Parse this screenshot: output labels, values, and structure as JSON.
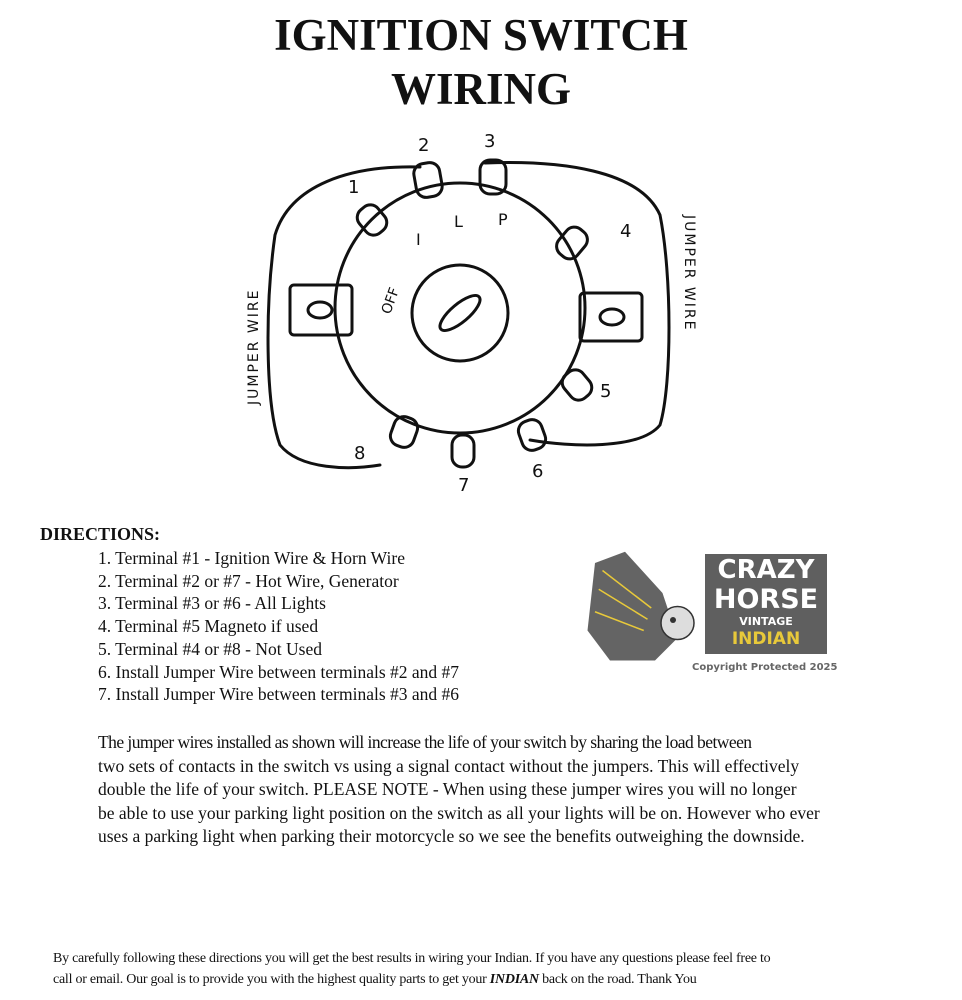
{
  "title": {
    "line1": "IGNITION SWITCH",
    "line2": "WIRING"
  },
  "diagram": {
    "terminals": [
      "1",
      "2",
      "3",
      "4",
      "5",
      "6",
      "7",
      "8"
    ],
    "positions": [
      "OFF",
      "I",
      "L",
      "P"
    ],
    "left_wire_label": "JUMPER WIRE",
    "right_wire_label": "JUMPER WIRE"
  },
  "directions": {
    "heading": "DIRECTIONS:",
    "items": [
      "1. Terminal #1 - Ignition Wire & Horn Wire",
      "2. Terminal #2 or #7 - Hot Wire, Generator",
      "3. Terminal #3 or #6 - All Lights",
      "4. Terminal #5 Magneto if used",
      "5. Terminal #4  or #8 - Not Used",
      "6. Install Jumper Wire between terminals #2 and #7",
      "7. Install Jumper Wire between terminals #3 and #6"
    ]
  },
  "paragraph": [
    "The jumper wires installed as shown will increase the life of your switch by sharing the load between",
    "two sets of contacts in the switch vs using a signal contact without the jumpers. This will effectively",
    "double the life of your switch. PLEASE NOTE - When using these jumper wires you will no longer",
    "be able to use your parking light position on the switch as all your lights will be on. However who ever",
    "uses a parking light when parking their motorcycle so we see the benefits outweighing the downside."
  ],
  "footer": {
    "line1": "By carefully following these directions you will get the best results in wiring your Indian. If you have any questions please feel free to",
    "line2_pre": "call or email.  Our goal is to provide you with the highest quality parts to get your ",
    "line2_bold": "INDIAN",
    "line2_post": " back on the road. Thank You"
  },
  "watermark": {
    "brand_line1": "CRAZY",
    "brand_line2": "HORSE",
    "sub1": "VINTAGE",
    "sub2": "INDIAN",
    "copyright": "Copyright Protected 2025",
    "accent_color": "#e8c93a"
  }
}
